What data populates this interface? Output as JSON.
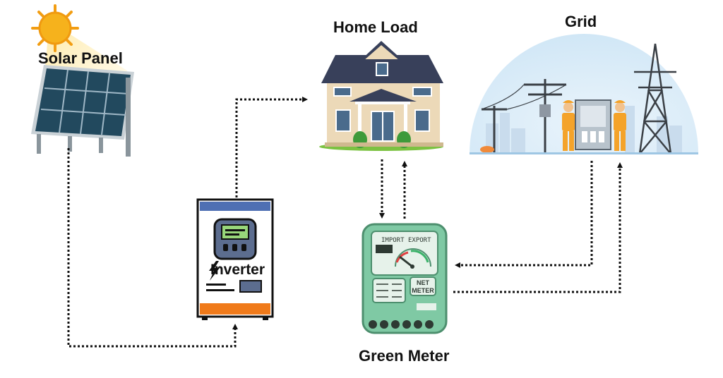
{
  "labels": {
    "solar_panel": "Solar Panel",
    "home_load": "Home Load",
    "grid": "Grid",
    "inverter": "Inverter",
    "green_meter": "Green Meter"
  },
  "meter": {
    "import": "IMPORT",
    "export": "EXPORT",
    "net_meter_line1": "NET",
    "net_meter_line2": "METER"
  },
  "colors": {
    "meter_body": "#7fc9a4",
    "meter_face": "#e6f2ea",
    "inverter_top": "#4e6fb3",
    "inverter_bottom": "#f07a1a",
    "inverter_screen": "#98d67a",
    "sun": "#f6b21c",
    "grass": "#7cc242",
    "worker_vest": "#f4a32a",
    "arrow": "#111111"
  }
}
